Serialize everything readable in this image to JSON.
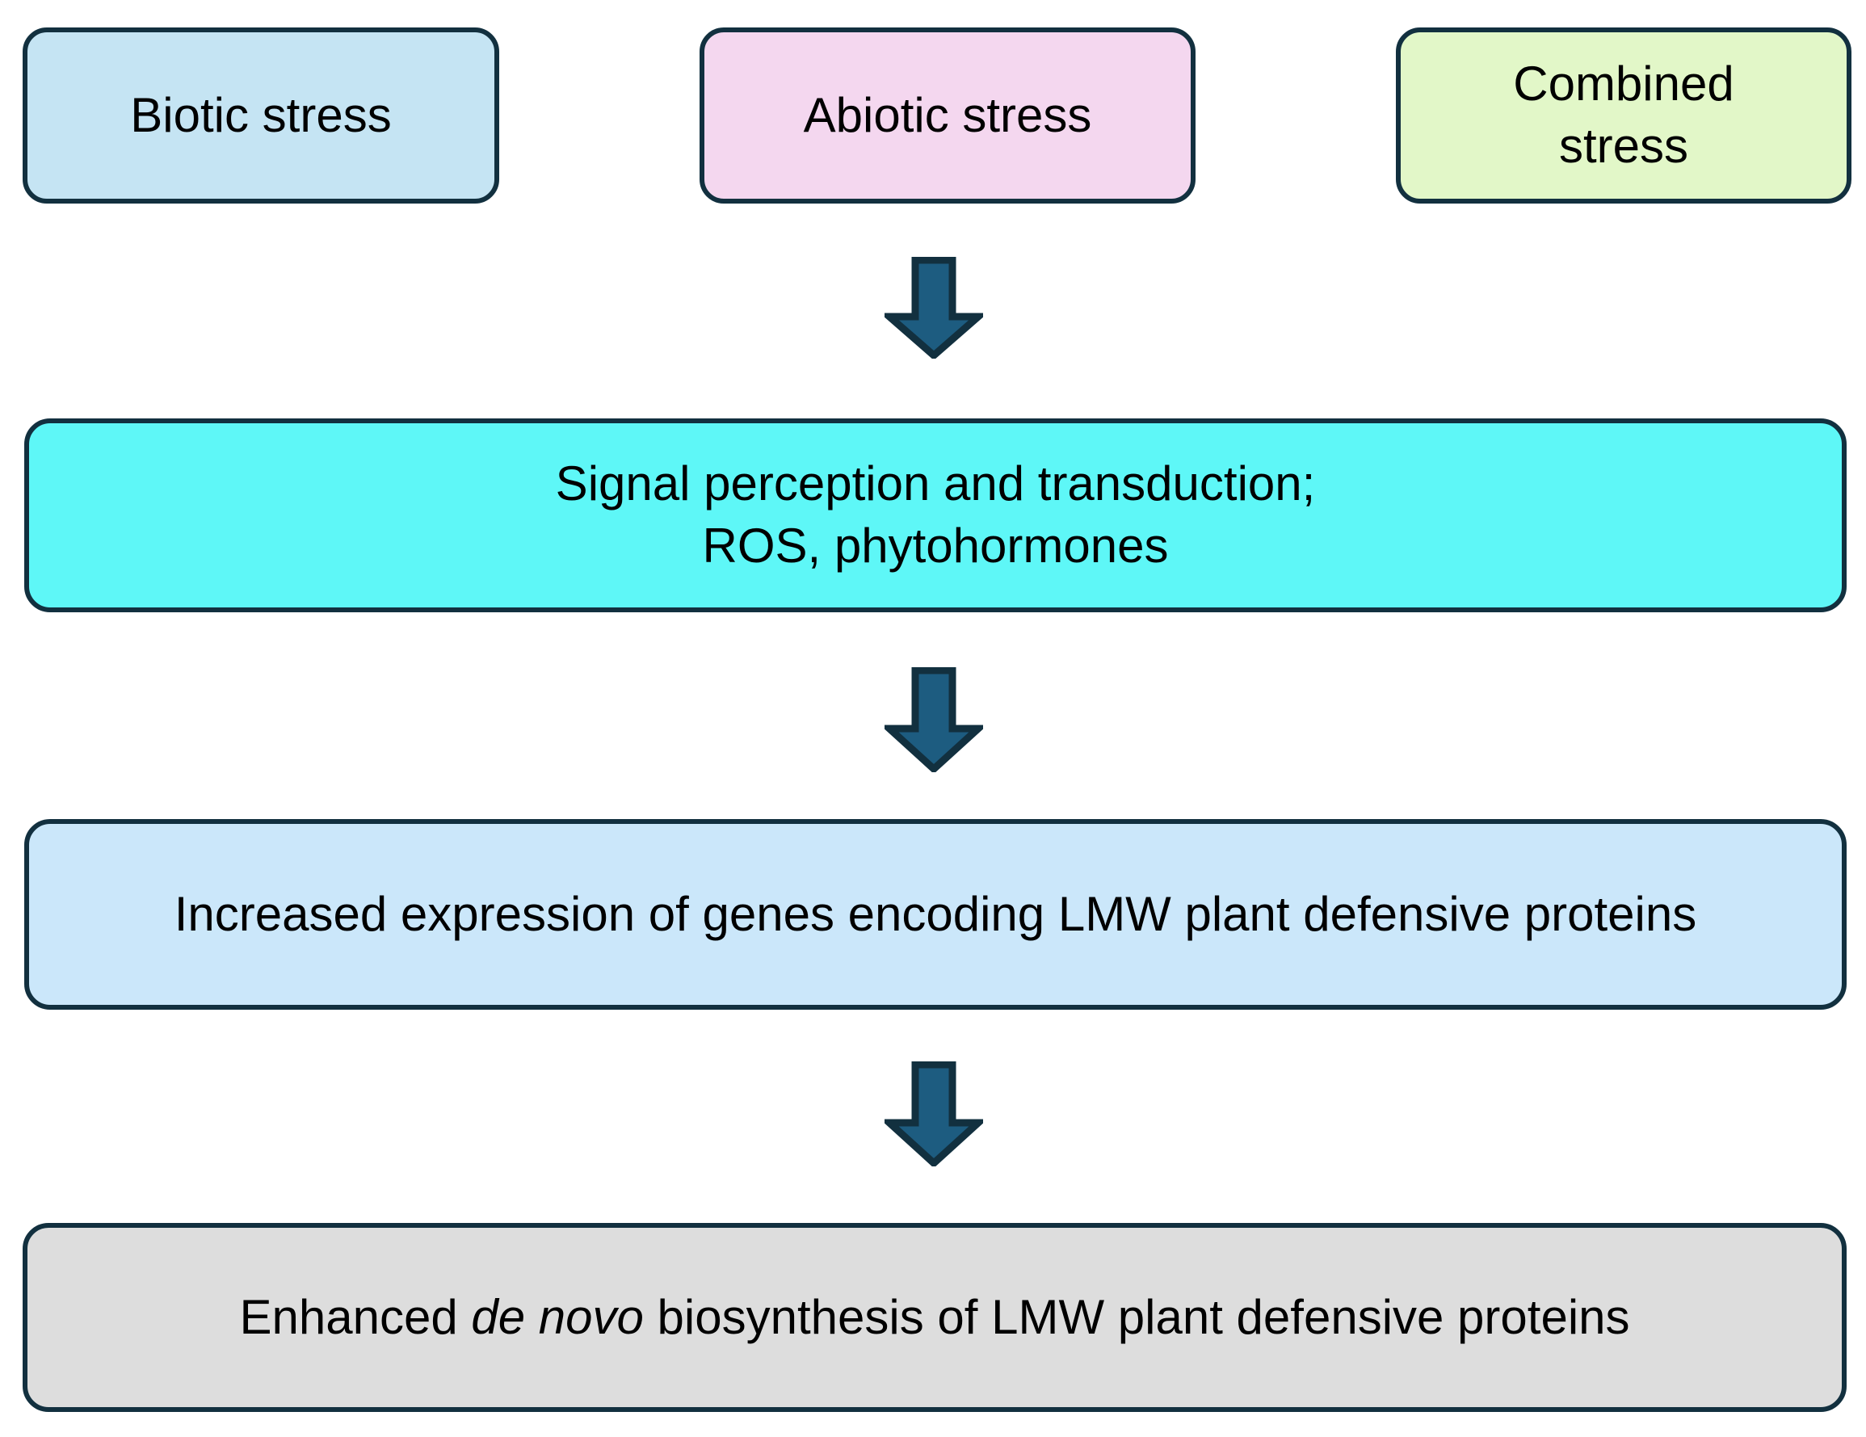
{
  "diagram": {
    "title": "Plant stress response to LMW defensive protein biosynthesis flowchart",
    "colors": {
      "border": "#12303f",
      "arrow_fill": "#1d5c80",
      "arrow_stroke": "#12303f",
      "biotic_fill": "#c5e4f3",
      "abiotic_fill": "#f4d7ef",
      "combined_fill": "#e2f7c8",
      "signal_fill": "#5ef7f7",
      "genes_fill": "#cbe7fa",
      "biosynthesis_fill": "#dddddd",
      "text": "#000000",
      "background": "#ffffff"
    },
    "stress_row": [
      {
        "id": "biotic",
        "label": "Biotic stress"
      },
      {
        "id": "abiotic",
        "label": "Abiotic stress"
      },
      {
        "id": "combined",
        "label_line1": "Combined",
        "label_line2": "stress"
      }
    ],
    "signal_node": {
      "line1": "Signal perception and transduction;",
      "line2": "ROS, phytohormones"
    },
    "genes_node": {
      "label": "Increased expression of genes encoding LMW plant defensive proteins"
    },
    "biosynthesis_node": {
      "prefix": "Enhanced ",
      "italic": "de novo",
      "suffix": " biosynthesis of LMW plant defensive proteins"
    },
    "arrows": [
      {
        "id": "stress-to-signal",
        "direction": "down"
      },
      {
        "id": "signal-to-genes",
        "direction": "down"
      },
      {
        "id": "genes-to-biosynthesis",
        "direction": "down"
      }
    ]
  }
}
